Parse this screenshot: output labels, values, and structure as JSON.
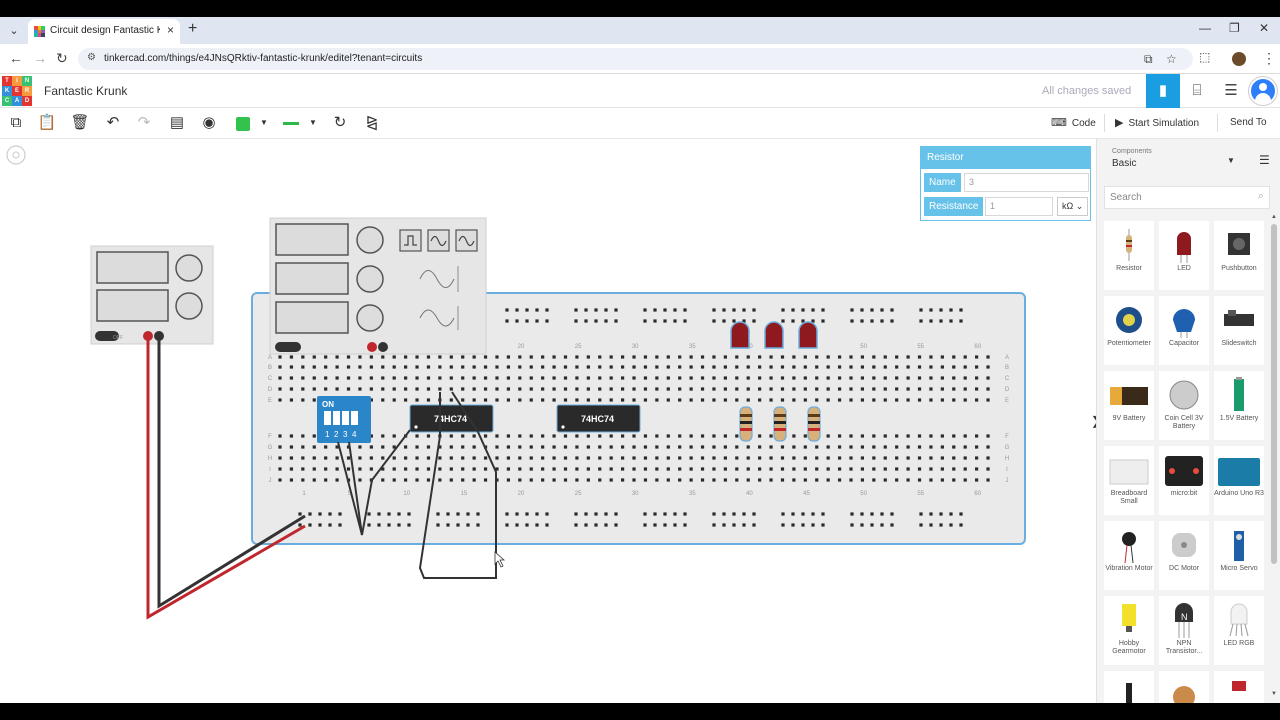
{
  "browser": {
    "tab_title": "Circuit design Fantastic Krunk -",
    "url": "tinkercad.com/things/e4JNsQRktiv-fantastic-krunk/editel?tenant=circuits"
  },
  "app": {
    "logo_letters": [
      "T",
      "I",
      "N",
      "K",
      "E",
      "R",
      "C",
      "A",
      "D"
    ],
    "title": "Fantastic Krunk",
    "save_status": "All changes saved"
  },
  "toolbar": {
    "code_label": "Code",
    "simulate_label": "Start Simulation",
    "send_label": "Send To",
    "wire_color": "#33c24d"
  },
  "inspector": {
    "header": "Resistor",
    "name_label": "Name",
    "name_value": "3",
    "resistance_label": "Resistance",
    "resistance_value": "1",
    "unit": "kΩ"
  },
  "components_panel": {
    "section_label": "Components",
    "selected": "Basic",
    "search_placeholder": "Search",
    "items": [
      {
        "label": "Resistor",
        "icon": "resistor-icon"
      },
      {
        "label": "LED",
        "icon": "led-icon"
      },
      {
        "label": "Pushbutton",
        "icon": "pushbutton-icon"
      },
      {
        "label": "Potentiometer",
        "icon": "potentiometer-icon"
      },
      {
        "label": "Capacitor",
        "icon": "capacitor-icon"
      },
      {
        "label": "Slideswitch",
        "icon": "slideswitch-icon"
      },
      {
        "label": "9V Battery",
        "icon": "battery-9v-icon"
      },
      {
        "label": "Coin Cell 3V Battery",
        "icon": "coin-cell-icon"
      },
      {
        "label": "1.5V Battery",
        "icon": "battery-aa-icon"
      },
      {
        "label": "Breadboard Small",
        "icon": "breadboard-icon"
      },
      {
        "label": "micro:bit",
        "icon": "microbit-icon"
      },
      {
        "label": "Arduino Uno R3",
        "icon": "arduino-icon"
      },
      {
        "label": "Vibration Motor",
        "icon": "vibration-motor-icon"
      },
      {
        "label": "DC Motor",
        "icon": "dc-motor-icon"
      },
      {
        "label": "Micro Servo",
        "icon": "servo-icon"
      },
      {
        "label": "Hobby Gearmotor",
        "icon": "gearmotor-icon"
      },
      {
        "label": "NPN Transistor...",
        "icon": "transistor-icon"
      },
      {
        "label": "LED RGB",
        "icon": "led-rgb-icon"
      }
    ]
  },
  "circuit": {
    "chip_label": "74HC74",
    "dip_label": "ON",
    "dip_numbers": [
      "1",
      "2",
      "3",
      "4"
    ],
    "column_numbers": [
      "1",
      "5",
      "10",
      "15",
      "20",
      "25",
      "30",
      "35",
      "40",
      "45",
      "50",
      "55",
      "60"
    ],
    "row_letters_top": [
      "A",
      "B",
      "C",
      "D",
      "E"
    ],
    "row_letters_bottom": [
      "F",
      "G",
      "H",
      "I",
      "J"
    ],
    "psu_switch": "OFF"
  }
}
